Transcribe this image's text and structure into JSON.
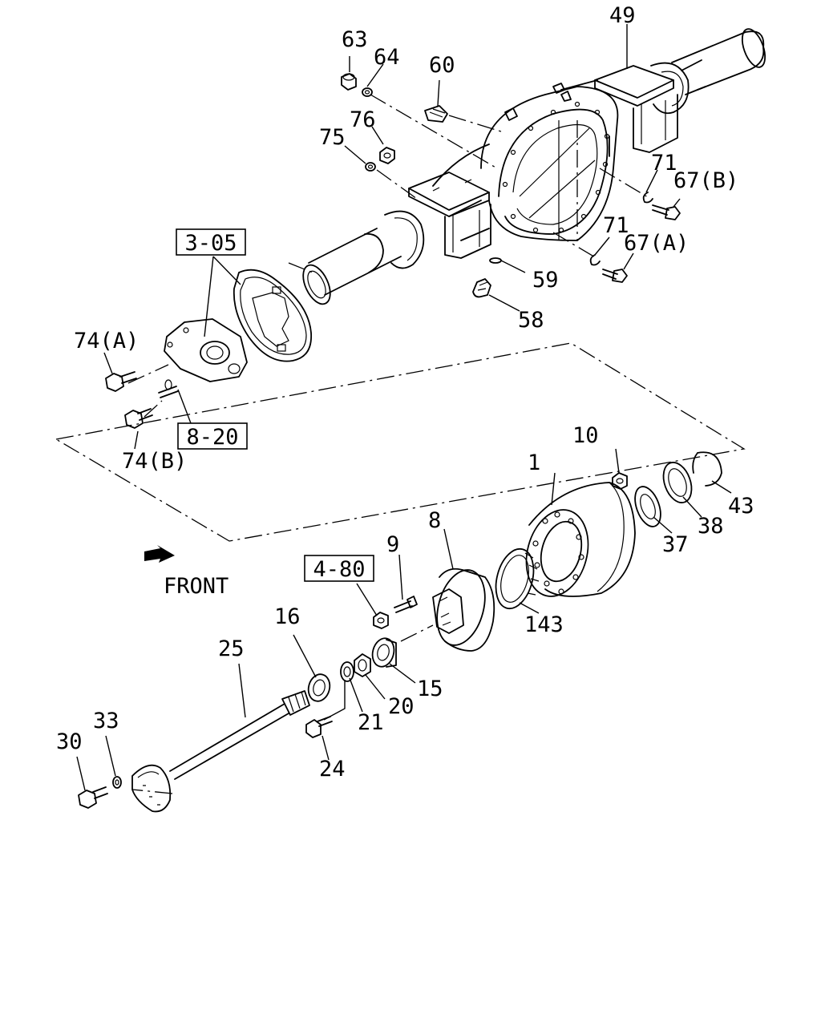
{
  "callouts": {
    "c1": "1",
    "c8": "8",
    "c9": "9",
    "c10": "10",
    "c15": "15",
    "c16": "16",
    "c20": "20",
    "c21": "21",
    "c24": "24",
    "c25": "25",
    "c30": "30",
    "c33": "33",
    "c37": "37",
    "c38": "38",
    "c43": "43",
    "c49": "49",
    "c58": "58",
    "c59": "59",
    "c60": "60",
    "c63": "63",
    "c64": "64",
    "c67a": "67(A)",
    "c67b": "67(B)",
    "c71a": "71",
    "c71b": "71",
    "c74a": "74(A)",
    "c74b": "74(B)",
    "c75": "75",
    "c76": "76",
    "c143": "143"
  },
  "references": {
    "r305": "3-05",
    "r820": "8-20",
    "r480": "4-80"
  },
  "front_label": "FRONT",
  "icons": {
    "front_arrow": "front-direction-arrow"
  }
}
